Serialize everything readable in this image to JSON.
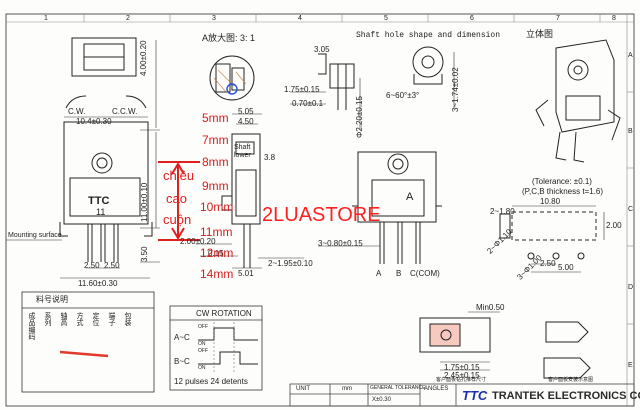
{
  "grid": {
    "columns": [
      "1",
      "2",
      "3",
      "4",
      "5",
      "6",
      "7",
      "8"
    ],
    "rows": [
      "A",
      "B",
      "C",
      "D",
      "E"
    ]
  },
  "headers": {
    "zoom_view": "A放大图: 3: 1",
    "shaft_hole": "Shaft hole shape and dimension",
    "stereo_view": "立体图"
  },
  "front_view": {
    "cw": "C.W.",
    "ccw": "C.C.W.",
    "w_top": "10.4±0.30",
    "h_total": "4.00±0.20",
    "h_body": "11.00±0.10",
    "lead_len": "3.50",
    "pitch": "2.50",
    "pitch2": "2.50",
    "w_bottom": "11.60±0.30",
    "mount": "Mounting surface",
    "logo": "TTC",
    "num": "11"
  },
  "side_view": {
    "d1": "5.05",
    "d2": "4.50",
    "d3": "3.8",
    "d4": "2.00±0.20",
    "d5": "0.15",
    "d6": "5.01",
    "d7": "2~1.95±0.10",
    "shaft": "Shaft",
    "lower": "lower"
  },
  "heights": {
    "label_lines": [
      "chiều",
      "cao",
      "cuộn"
    ],
    "values": [
      "5mm",
      "7mm",
      "8mm",
      "9mm",
      "10mm",
      "11mm",
      "12mm",
      "14mm"
    ]
  },
  "store": "2LUASTORE",
  "shaft_dims": {
    "a": "1.75±0.15",
    "b": "0.70±0.1",
    "c": "Φ2.20±0.15",
    "d": "3~1.74±0.02",
    "e": "6~60°±3°",
    "f": "3.05"
  },
  "center_view": {
    "pins": [
      "A",
      "B",
      "C(COM)"
    ],
    "pitch": "3~0.80±0.15",
    "label": "A"
  },
  "right_view": {
    "tol1": "(Tolerance: ±0.1)",
    "tol2": "(P,C,B thickness t=1.6)",
    "w": "10.80",
    "h": "2.00",
    "a": "2~1.80",
    "b": "2~Φ1.10",
    "c": "3~Φ1.00",
    "d": "2.50",
    "e": "5.00"
  },
  "table": {
    "title": "料号说明",
    "rows": [
      "成品编码",
      "系列",
      "轴高",
      "方式",
      "定位",
      "端子",
      "包装"
    ]
  },
  "rotation": {
    "title": "CW ROTATION",
    "ac": "A~C",
    "bc": "B~C",
    "off": "OFF",
    "on": "ON",
    "caption": "12 pulses 24 detents"
  },
  "terminal_detail": {
    "min": "Min0.50",
    "a": "1.75±0.15",
    "b": "2.45±0.15",
    "note": "客户面板钻孔推荐尺寸",
    "note2": "客户面板安装示意图"
  },
  "title_block": {
    "unit": "UNIT",
    "mm": "mm",
    "tol": "GENERAL TOLERANCE",
    "tol_v": "X±0.30",
    "angles": "ANGLES",
    "brand": "TRANTEK ELECTRONICS CO.,LTD.",
    "logo": "TTC"
  }
}
